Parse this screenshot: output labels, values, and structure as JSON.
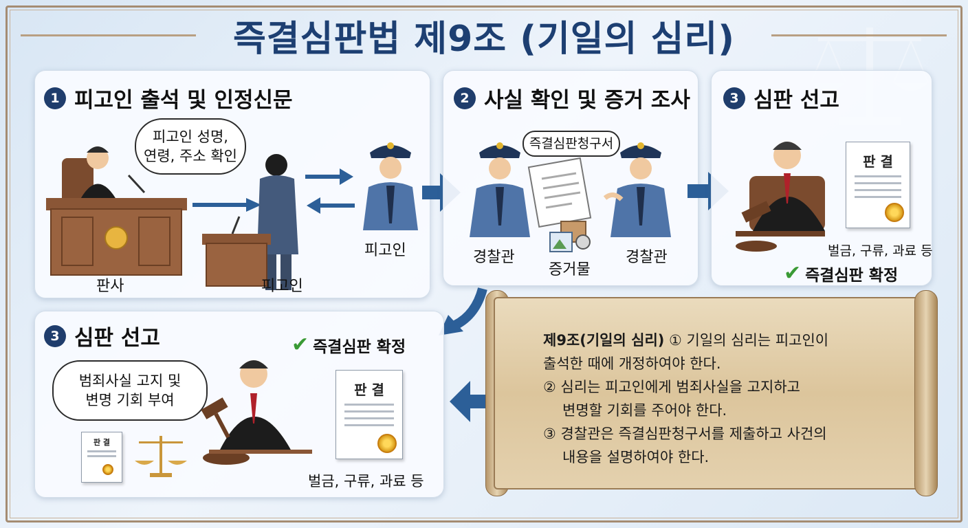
{
  "title": "즉결심판법 제9조 (기일의 심리)",
  "steps": [
    {
      "number": "1",
      "title": "피고인 출석 및 인정신문",
      "bubble": [
        "피고인 성명,",
        "연령, 주소 확인"
      ],
      "labels": {
        "judge": "판사",
        "defendant": "피고인",
        "defendant_right": "피고인"
      }
    },
    {
      "number": "2",
      "title": "사실 확인 및 증거 조사",
      "document_tag": "즉결심판청구서",
      "labels": {
        "police_left": "경찰관",
        "evidence": "증거물",
        "police_right": "경찰관"
      }
    },
    {
      "number": "3",
      "title": "심판 선고",
      "doc_title": "판 결",
      "penalties": "벌금, 구류, 과료 등",
      "confirm": "즉결심판 확정"
    },
    {
      "number": "3",
      "title": "심판 선고",
      "bubble": [
        "범죄사실 고지 및",
        "변명 기회 부여"
      ],
      "confirm": "즉결심판 확정",
      "doc_title": "판 결",
      "small_doc_title": "판 결",
      "penalties": "벌금, 구류, 과료 등"
    }
  ],
  "law": {
    "heading": "제9조(기일의 심리)",
    "p1_a": "① 기일의 심리는 피고인이",
    "p1_b": "출석한 때에 개정하여야 한다.",
    "p2_a": "② 심리는 피고인에게 범죄사실을 고지하고",
    "p2_b": "변명할 기회를 주어야 한다.",
    "p3_a": "③ 경찰관은 즉결심판청구서를 제출하고 사건의",
    "p3_b": "내용을 설명하여야 한다."
  },
  "colors": {
    "title": "#1d3f72",
    "badge": "#1f3d6c",
    "arrow": "#2c5f98",
    "check": "#3a9a35"
  },
  "icons": [
    "check-icon",
    "gavel-icon",
    "scales-icon",
    "seal-icon",
    "document-icon",
    "photo-icon",
    "arrow-icon"
  ]
}
